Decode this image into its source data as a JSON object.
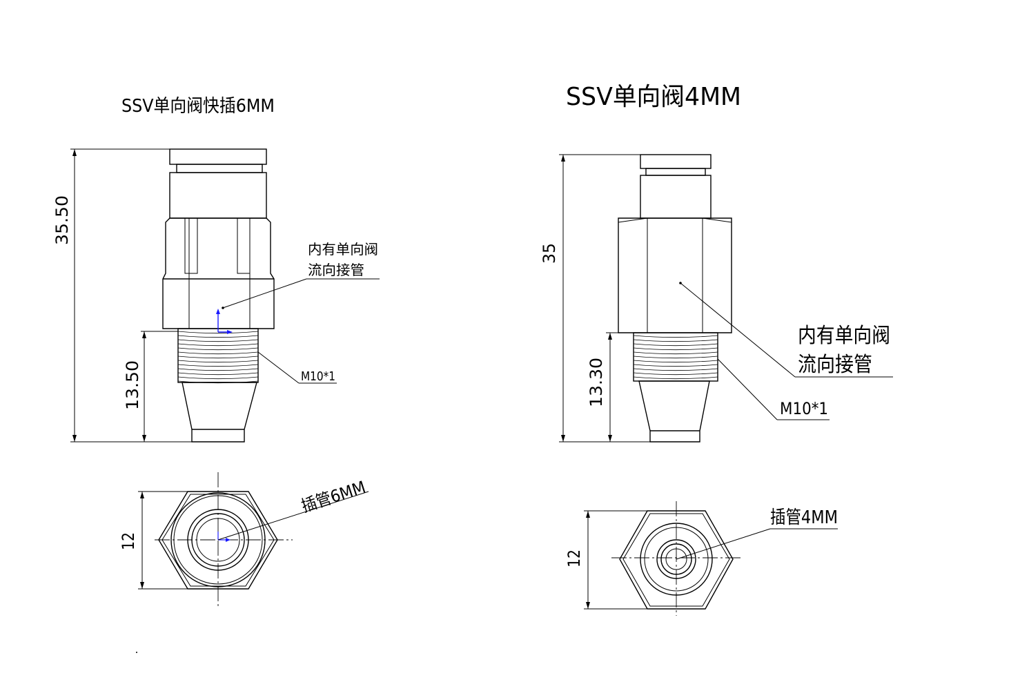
{
  "left_part": {
    "title": "SSV单向阀快插6MM",
    "dim_overall": "35.50",
    "dim_thread_length": "13.50",
    "dim_hex_width": "12",
    "note_line1": "内有单向阀",
    "note_line2": "流向接管",
    "thread_label": "M10*1",
    "tube_label": "插管6MM"
  },
  "right_part": {
    "title": "SSV单向阀4MM",
    "dim_overall": "35",
    "dim_thread_length": "13.30",
    "dim_hex_width": "12",
    "note_line1": "内有单向阀",
    "note_line2": "流向接管",
    "thread_label": "M10*1",
    "tube_label": "插管4MM"
  },
  "colors": {
    "line": "#000000",
    "axis_marker": "#1a1aff"
  }
}
